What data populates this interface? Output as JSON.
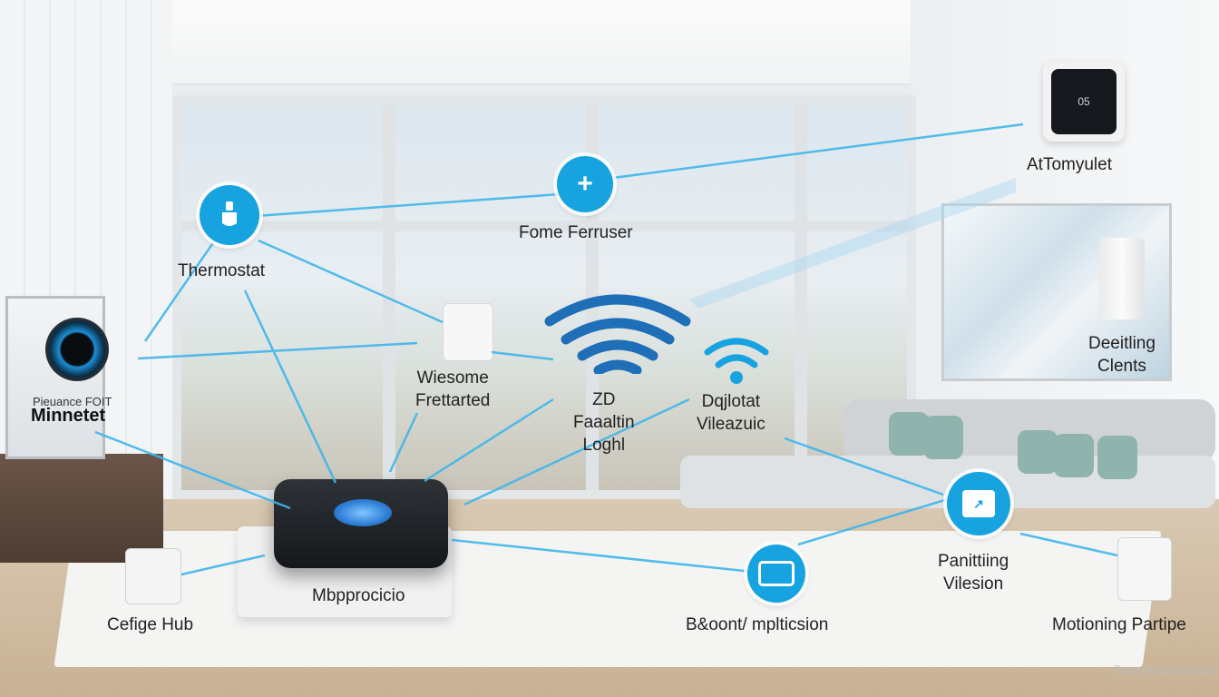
{
  "labels": {
    "top_right_device": "AtTomyulet",
    "center_top": "Fome Ferruser",
    "left_icon": "Thermostat",
    "center_sensor": [
      "Wiesome",
      "Frettarted"
    ],
    "wifi_main": [
      "ZD",
      "Faaaltin",
      "Loghl"
    ],
    "wifi_small": [
      "Dqjlotat",
      "Vileazuic"
    ],
    "right_cylinder": [
      "Deeitling",
      "Clents"
    ],
    "tv_small": "Pieuance FOIT",
    "tv_large": "Minnetet",
    "hub": "Mbpprocicio",
    "switch": "Cefige Hub",
    "bottom_center": "B&oont/ mplticsion",
    "right_node": [
      "Panittiing",
      "Vilesion"
    ],
    "motion": "Motioning Partipe",
    "watermark": "Fome Pracide Drstiro",
    "thermostat_screen": "05"
  },
  "icons": {
    "center_top": "plus-icon",
    "left_icon": "lightbulb-icon",
    "wifi_main": "wifi-icon",
    "wifi_small": "wifi-icon",
    "right_node": "share-icon",
    "bottom_node": "camera-icon"
  },
  "colors": {
    "accent": "#16a3e0",
    "line": "#3fb6ea"
  }
}
